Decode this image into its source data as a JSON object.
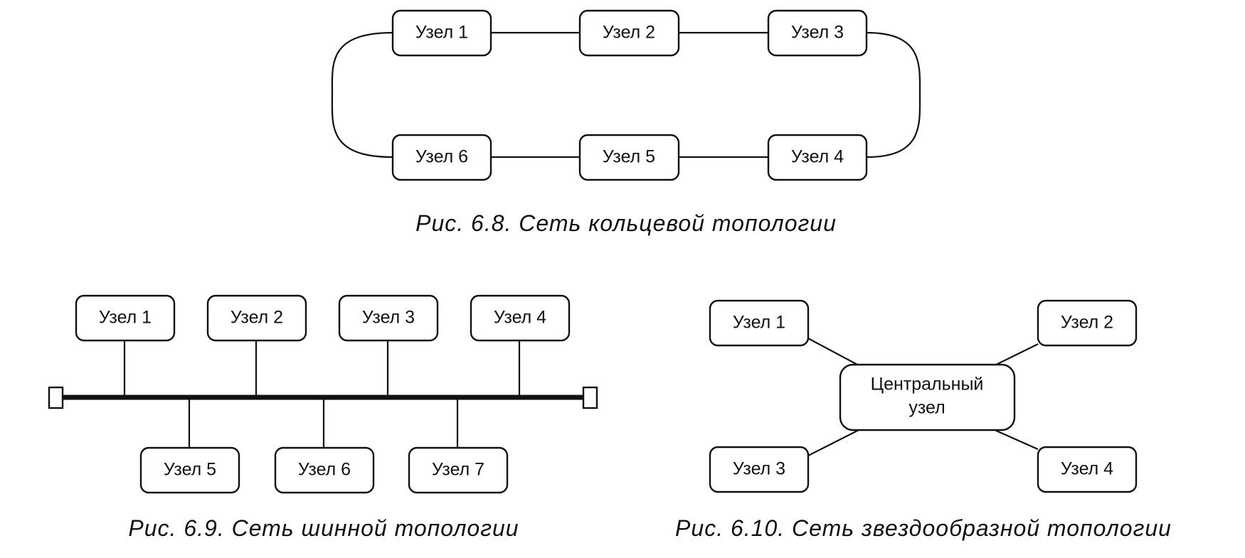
{
  "ring": {
    "caption": "Рис. 6.8. Сеть кольцевой топологии",
    "nodes": [
      "Узел 1",
      "Узел 2",
      "Узел 3",
      "Узел 4",
      "Узел 5",
      "Узел 6"
    ]
  },
  "bus": {
    "caption": "Рис. 6.9. Сеть шинной топологии",
    "nodes": [
      "Узел 1",
      "Узел 2",
      "Узел 3",
      "Узел 4",
      "Узел 5",
      "Узел 6",
      "Узел 7"
    ]
  },
  "star": {
    "caption": "Рис. 6.10. Сеть звездообразной топологии",
    "center": [
      "Центральный",
      "узел"
    ],
    "nodes": [
      "Узел 1",
      "Узел 2",
      "Узел 3",
      "Узел 4"
    ]
  }
}
